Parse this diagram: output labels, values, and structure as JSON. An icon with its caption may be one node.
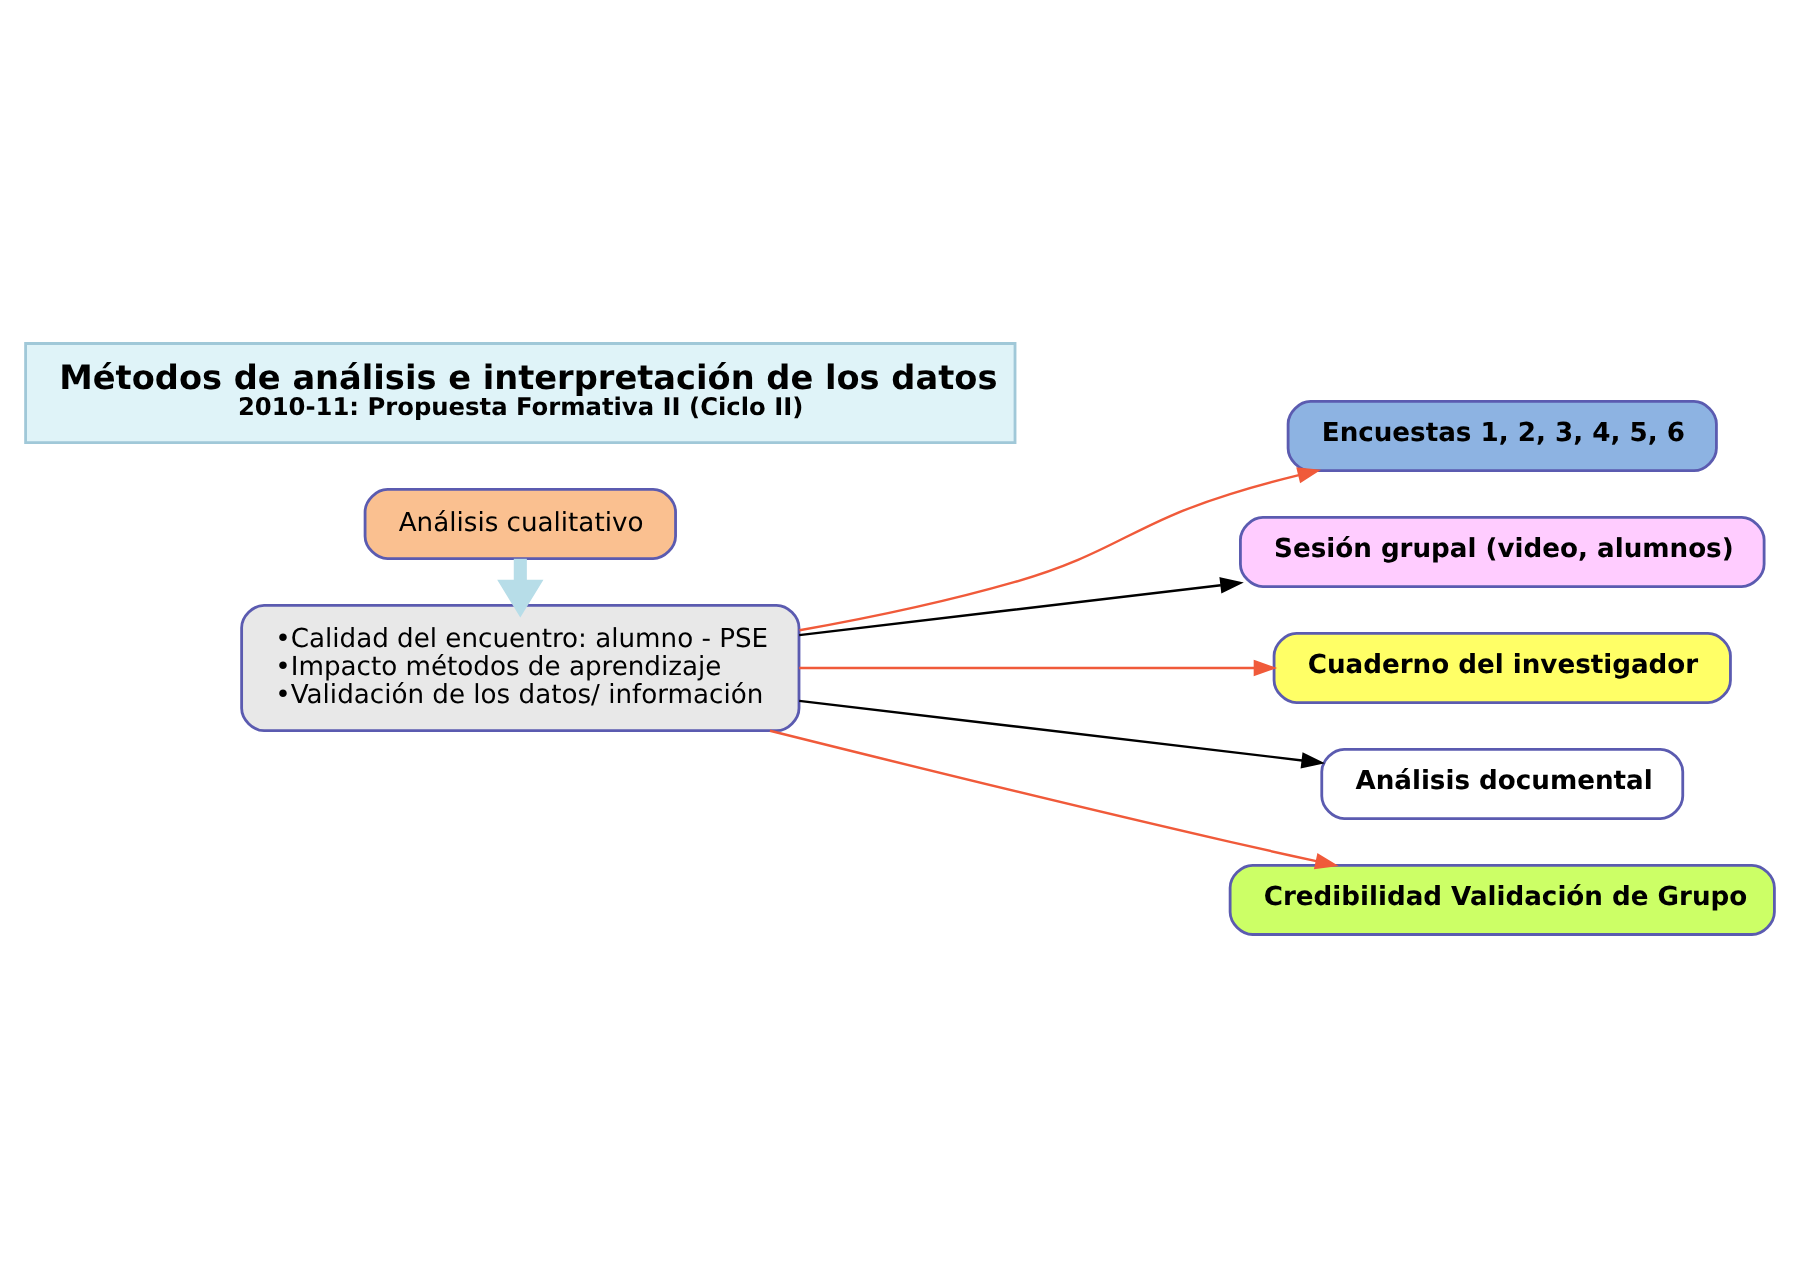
{
  "diagram": {
    "nodes": [
      {
        "text": [
          "Métodos de análisis e interpretación de los datos",
          "2010-11: Propuesta Formativa II (Ciclo II)"
        ]
      },
      {
        "text": [
          "Análisis cualitativo"
        ]
      },
      {
        "text": [
          "•Calidad del encuentro: alumno - PSE",
          "•Impacto métodos de aprendizaje",
          "•Validación de los datos/ información"
        ]
      },
      {
        "text": [
          "Encuestas 1, 2, 3, 4, 5, 6"
        ]
      },
      {
        "text": [
          "Sesión grupal (video, alumnos)"
        ]
      },
      {
        "text": [
          "Cuaderno del investigador"
        ]
      },
      {
        "text": [
          "Análisis documental"
        ]
      },
      {
        "text": [
          "Credibilidad Validación de Grupo"
        ]
      }
    ],
    "edges": [
      {
        "from": 1,
        "to": 2,
        "arrow": "to",
        "style": "thick",
        "color": "#b7dde8"
      },
      {
        "from": 2,
        "to": 3,
        "arrow": "to"
      },
      {
        "from": 2,
        "to": 4,
        "arrow": "to",
        "color": "#000000"
      },
      {
        "from": 2,
        "to": 5,
        "arrow": "to"
      },
      {
        "from": 2,
        "to": 6,
        "arrow": "to",
        "color": "#000000"
      },
      {
        "from": 2,
        "to": 7,
        "arrow": "to"
      }
    ]
  }
}
